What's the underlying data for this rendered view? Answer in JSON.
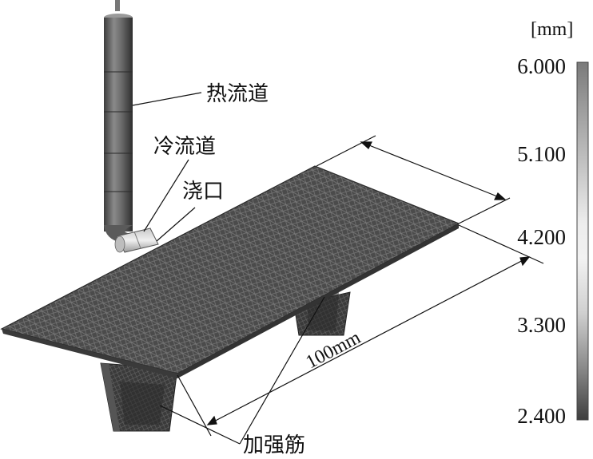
{
  "labels": {
    "hot_runner": "热流道",
    "cold_runner": "冷流道",
    "gate": "浇口",
    "rib": "加强筋",
    "length_dim": "100mm"
  },
  "legend": {
    "unit": "[mm]",
    "ticks": [
      "6.000",
      "5.100",
      "4.200",
      "3.300",
      "2.400"
    ]
  }
}
